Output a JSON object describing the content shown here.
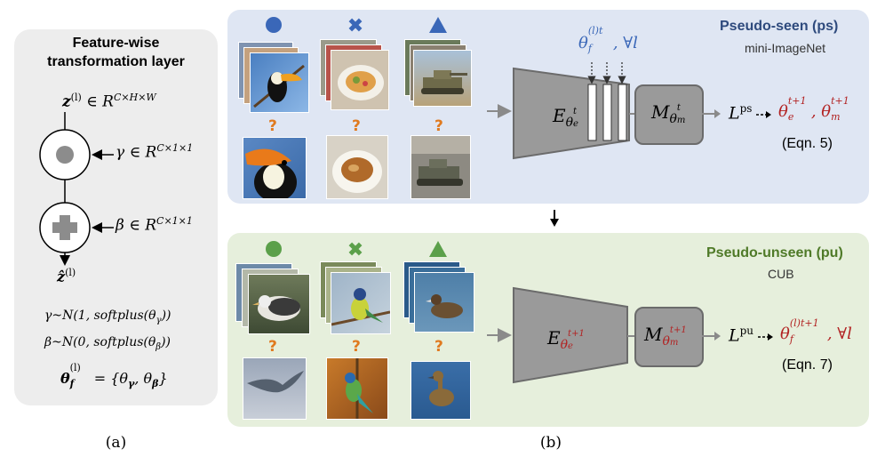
{
  "panel_a": {
    "title_line1": "Feature-wise",
    "title_line2": "transformation layer",
    "z_in": "z",
    "z_in_sup": "(l)",
    "z_in_space": " ∈ R",
    "z_in_dims": "C×H×W",
    "gamma": "γ ∈ R",
    "gamma_dims": "C×1×1",
    "beta": "β ∈ R",
    "beta_dims": "C×1×1",
    "z_out": "ẑ",
    "z_out_sup": "(l)",
    "gamma_dist": "γ~N(1, softplus(θ",
    "gamma_dist_sub": "γ",
    "gamma_dist_end": "))",
    "beta_dist": "β~N(0, softplus(θ",
    "beta_dist_sub": "β",
    "beta_dist_end": "))",
    "theta_f": "θ",
    "theta_f_sub": "f",
    "theta_f_sup": "(l)",
    "theta_f_rhs": " = {θ",
    "theta_f_g": "γ",
    "theta_f_mid": ", θ",
    "theta_f_b": "β",
    "theta_f_end": "}",
    "caption": "(a)"
  },
  "panel_ps": {
    "title": "Pseudo-seen (ps)",
    "subtitle": "mini-ImageNet",
    "theta_label": "θ",
    "theta_label_sub": "f",
    "theta_label_sup": "(l)t",
    "theta_label_tail": ", ∀l",
    "encoder": "E",
    "encoder_sub": "θ",
    "encoder_sub_sub": "e",
    "encoder_sub_sup": "t",
    "metric": "M",
    "metric_sub": "θ",
    "metric_sub_sub": "m",
    "metric_sub_sup": "t",
    "loss": "L",
    "loss_sup": "ps",
    "update_1": "θ",
    "update_1_sub": "e",
    "update_1_sup": "t+1",
    "update_sep": ", ",
    "update_2": "θ",
    "update_2_sub": "m",
    "update_2_sup": "t+1",
    "eqn": "(Eqn. 5)"
  },
  "panel_pu": {
    "title": "Pseudo-unseen (pu)",
    "subtitle": "CUB",
    "encoder": "E",
    "encoder_sub": "θ",
    "encoder_sub_sub": "e",
    "encoder_sub_sup": "t+1",
    "metric": "M",
    "metric_sub": "θ",
    "metric_sub_sub": "m",
    "metric_sub_sup": "t+1",
    "loss": "L",
    "loss_sup": "pu",
    "update_1": "θ",
    "update_1_sub": "f",
    "update_1_sup": "(l)t+1",
    "update_tail": ", ∀l",
    "eqn": "(Eqn. 7)"
  },
  "question_mark": "?",
  "caption_b": "(b)",
  "colors": {
    "ps_bg": "#dfe6f3",
    "pu_bg": "#e6efdc",
    "ps_title": "#2e4a7d",
    "pu_title": "#4f7a28",
    "ps_symbol": "#3a67b8",
    "pu_symbol": "#5ba04a",
    "query_mark": "#e07a1f",
    "update_red": "#b22222"
  },
  "symbols": {
    "ps": [
      "circle",
      "cross",
      "triangle"
    ],
    "pu": [
      "circle",
      "cross",
      "triangle"
    ]
  }
}
